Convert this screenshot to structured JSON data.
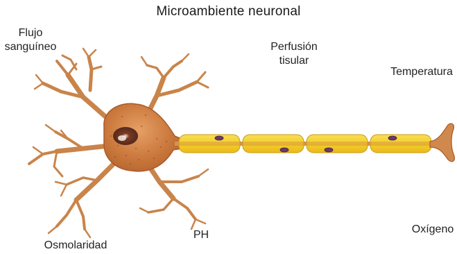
{
  "title": "Microambiente neuronal",
  "labels": {
    "flujo": [
      "Flujo",
      "sanguíneo"
    ],
    "perfusion": [
      "Perfusión",
      "tisular"
    ],
    "temperatura": "Temperatura",
    "osmolaridad": "Osmolaridad",
    "ph": "PH",
    "oxigeno": "Oxígeno"
  },
  "colors": {
    "neuron_body": "#d08a4f",
    "neuron_dark": "#a85a2b",
    "myelin": "#f2cd2c",
    "myelin_edge": "#c89a12",
    "nucleus": "#5a2e1e"
  }
}
